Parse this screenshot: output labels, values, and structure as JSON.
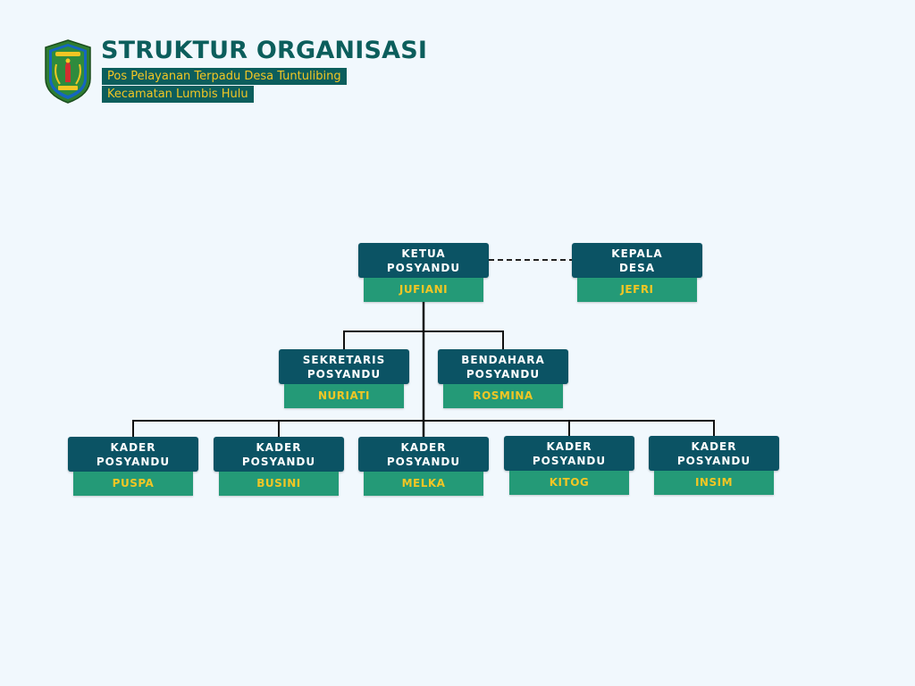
{
  "header": {
    "title": "STRUKTUR ORGANISASI",
    "subtitle_line1": "Pos Pelayanan Terpadu Desa Tuntulibing",
    "subtitle_line2": "Kecamatan Lumbis Hulu"
  },
  "colors": {
    "background": "#f1f8fd",
    "role_box": "#0b5364",
    "name_box": "#249a77",
    "name_text": "#f2c624",
    "title_text": "#0c5e5c"
  },
  "org": {
    "ketua": {
      "role_line1": "KETUA",
      "role_line2": "POSYANDU",
      "name": "JUFIANI"
    },
    "kepala_desa": {
      "role_line1": "KEPALA",
      "role_line2": "DESA",
      "name": "JEFRI"
    },
    "sekretaris": {
      "role_line1": "SEKRETARIS",
      "role_line2": "POSYANDU",
      "name": "NURIATI"
    },
    "bendahara": {
      "role_line1": "BENDAHARA",
      "role_line2": "POSYANDU",
      "name": "ROSMINA"
    },
    "kader": [
      {
        "role_line1": "KADER",
        "role_line2": "POSYANDU",
        "name": "PUSPA"
      },
      {
        "role_line1": "KADER",
        "role_line2": "POSYANDU",
        "name": "BUSINI"
      },
      {
        "role_line1": "KADER",
        "role_line2": "POSYANDU",
        "name": "MELKA"
      },
      {
        "role_line1": "KADER",
        "role_line2": "POSYANDU",
        "name": "KITOG"
      },
      {
        "role_line1": "KADER",
        "role_line2": "POSYANDU",
        "name": "INSIM"
      }
    ]
  }
}
